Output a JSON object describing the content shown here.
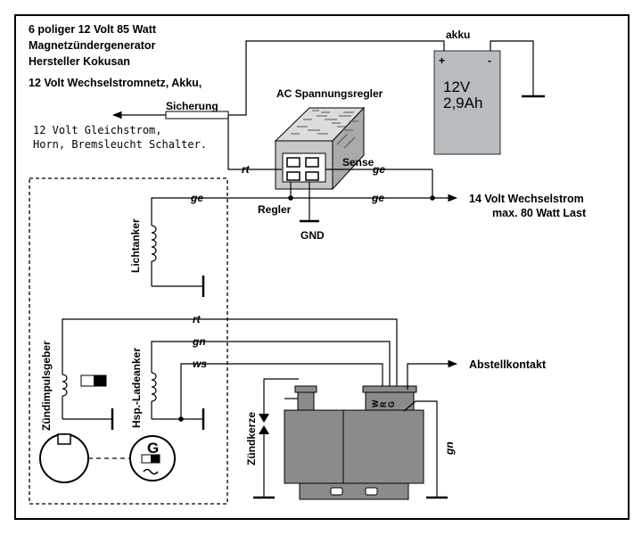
{
  "header": {
    "line1": "6 poliger 12 Volt 85 Watt",
    "line2": "Magnetzündergenerator",
    "line3": "Hersteller Kokusan",
    "line4": "12 Volt  Wechselstromnetz, Akku,"
  },
  "battery": {
    "label": "akku",
    "plus": "+",
    "minus": "-",
    "voltage": "12V",
    "capacity": "2,9Ah"
  },
  "regulator": {
    "title": "AC Spannungsregler",
    "regler_label": "Regler",
    "sense_label": "Sense",
    "gnd_label": "GND"
  },
  "fuse": {
    "label": "Sicherung"
  },
  "dc_output": {
    "line1": "12 Volt Gleichstrom,",
    "line2": "Horn, Bremsleucht Schalter."
  },
  "ac_output": {
    "line1": "14 Volt Wechselstrom",
    "line2": "max. 80 Watt Last"
  },
  "wires": {
    "rt_reg": "rt",
    "ge_sense": "ge",
    "ge_main": "ge",
    "ge_out": "ge",
    "rt": "rt",
    "gn": "gn",
    "ws": "ws",
    "gn_vert": "gn"
  },
  "components": {
    "lichtanker": "Lichtanker",
    "zuendimpulsgeber": "Zündimpulsgeber",
    "ladeanker": "Hsp.-Ladeanker",
    "zuendkerze": "Zündkerze",
    "generator_symbol": "G",
    "cdi_w": "W",
    "cdi_r": "R",
    "cdi_g": "G"
  },
  "abstellkontakt": "Abstellkontakt",
  "colors": {
    "battery": "#b9bcbe",
    "cdi_body": "#8b8b8b",
    "regulator": "#c8c8c8",
    "line": "#000000"
  }
}
